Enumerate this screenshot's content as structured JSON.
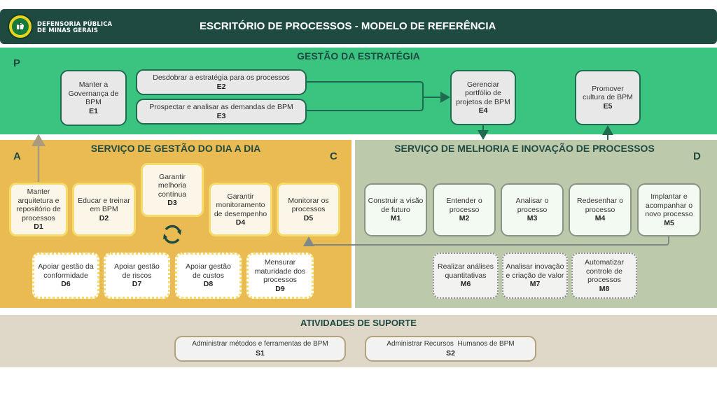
{
  "header": {
    "org_line1": "DEFENSORIA PÚBLICA",
    "org_line2": "DE MINAS GERAIS",
    "title": "ESCRITÓRIO DE PROCESSOS - MODELO DE REFERÊNCIA",
    "logo_icon": "defensoria-seal-icon"
  },
  "colors": {
    "header_bg": "#1f4a42",
    "strategy_bg": "#3bc47f",
    "daily_bg": "#e9bb52",
    "improvement_bg": "#bcc9ab",
    "support_bg": "#dfd8c8",
    "title_text": "#1f4a42"
  },
  "strategy": {
    "title": "GESTÃO DA ESTRATÉGIA",
    "letter": "P",
    "items": [
      {
        "text": "Manter a Governança de BPM",
        "code": "E1"
      },
      {
        "text": "Desdobrar a estratégia para os processos",
        "code": "E2"
      },
      {
        "text": "Prospectar e analisar as demandas de BPM",
        "code": "E3"
      },
      {
        "text": "Gerenciar portfólio de projetos de BPM",
        "code": "E4"
      },
      {
        "text": "Promover cultura de BPM",
        "code": "E5"
      }
    ]
  },
  "daily": {
    "title": "SERVIÇO DE GESTÃO DO DIA A DIA",
    "letter_left": "A",
    "letter_right": "C",
    "cycle_icon": "cycle-arrows-icon",
    "items": [
      {
        "text": "Manter arquitetura e repositório de processos",
        "code": "D1"
      },
      {
        "text": "Educar e treinar em BPM",
        "code": "D2"
      },
      {
        "text": "Garantir melhoria contínua",
        "code": "D3"
      },
      {
        "text": "Garantir monitoramento de desempenho",
        "code": "D4"
      },
      {
        "text": "Monitorar os processos",
        "code": "D5"
      },
      {
        "text": "Apoiar gestão da conformidade",
        "code": "D6"
      },
      {
        "text": "Apoiar gestão de riscos",
        "code": "D7"
      },
      {
        "text": "Apoiar gestão de custos",
        "code": "D8"
      },
      {
        "text": "Mensurar maturidade dos processos",
        "code": "D9"
      }
    ]
  },
  "improvement": {
    "title": "SERVIÇO DE MELHORIA E INOVAÇÃO DE PROCESSOS",
    "letter": "D",
    "items": [
      {
        "text": "Construir a visão de futuro",
        "code": "M1"
      },
      {
        "text": "Entender o processo",
        "code": "M2"
      },
      {
        "text": "Analisar o processo",
        "code": "M3"
      },
      {
        "text": "Redesenhar o processo",
        "code": "M4"
      },
      {
        "text": "Implantar e acompanhar o novo processo",
        "code": "M5"
      },
      {
        "text": "Realizar análises quantitativas",
        "code": "M6"
      },
      {
        "text": "Analisar inovação e criação de valor",
        "code": "M7"
      },
      {
        "text": "Automatizar controle de processos",
        "code": "M8"
      }
    ]
  },
  "support": {
    "title": "ATIVIDADES DE SUPORTE",
    "items": [
      {
        "text": "Administrar métodos e ferramentas de BPM",
        "code": "S1"
      },
      {
        "text": "Administrar Recursos  Humanos de BPM",
        "code": "S2"
      }
    ]
  }
}
